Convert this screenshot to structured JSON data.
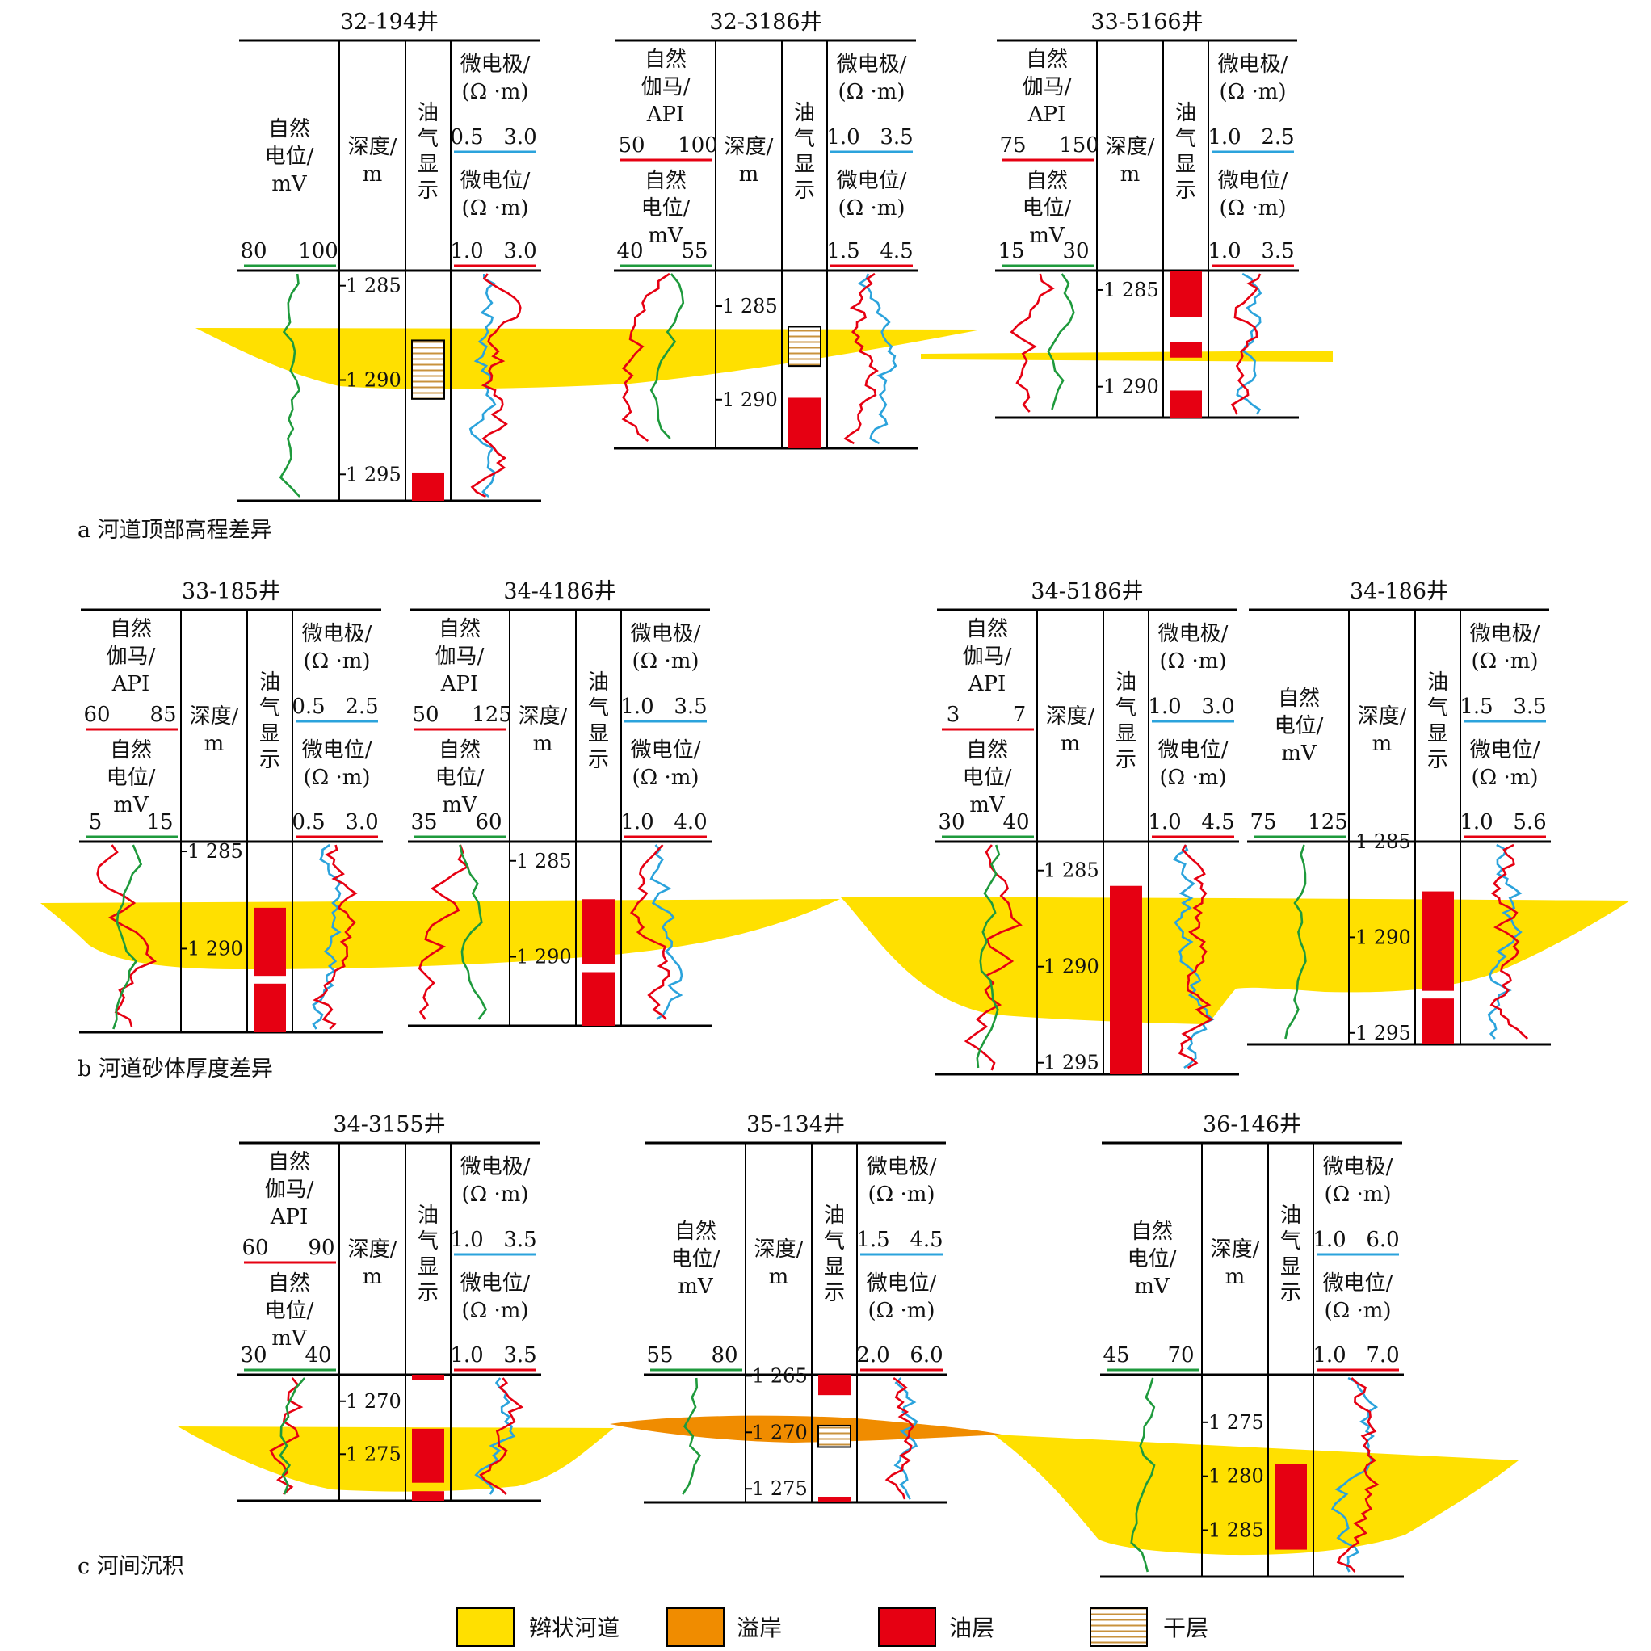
{
  "sections": [
    {
      "caption": "a 河道顶部高程差异"
    },
    {
      "caption": "b 河道砂体厚度差异"
    },
    {
      "caption": "c 河间沉积"
    }
  ],
  "column_labels": {
    "sp": "自然|电位/|mV",
    "gr": "自然|伽马/|API",
    "depth": "深度/|m",
    "show": "油|气|显|示",
    "mlat": "微电极/|(Ω ·m)",
    "mnor": "微电位/|(Ω ·m)"
  },
  "colors": {
    "braided_channel": "#FFE000",
    "levee": "#F08C00",
    "oil_layer": "#E60012",
    "gr_curve": "#E60012",
    "sp_curve": "#1E9A3C",
    "mlat_curve": "#2BA3DC",
    "mnor_curve": "#E60012",
    "dry_layer_stripe": "#C8923C"
  },
  "wells": [
    {
      "name": "32-194井",
      "section": 0,
      "layout": "sp",
      "sp": [
        "80",
        "100"
      ],
      "mlat": [
        "0.5",
        "3.0"
      ],
      "mnor": [
        "1.0",
        "3.0"
      ],
      "depths": [
        {
          "v": "1 285",
          "d": 1285
        },
        {
          "v": "1 290",
          "d": 1290
        },
        {
          "v": "1 295",
          "d": 1295
        }
      ],
      "d0": 1284.2,
      "d1": 1296.4,
      "shows": [
        {
          "t": "dry",
          "top": 1287.9,
          "bot": 1291.0
        },
        {
          "t": "oil",
          "top": 1294.9,
          "bot": 1296.4
        }
      ]
    },
    {
      "name": "32-3186井",
      "section": 0,
      "layout": "grsp",
      "gr": [
        "50",
        "100"
      ],
      "sp": [
        "40",
        "55"
      ],
      "mlat": [
        "1.0",
        "3.5"
      ],
      "mnor": [
        "1.5",
        "4.5"
      ],
      "depths": [
        {
          "v": "1 285",
          "d": 1285
        },
        {
          "v": "1 290",
          "d": 1290
        }
      ],
      "d0": 1283.1,
      "d1": 1292.6,
      "shows": [
        {
          "t": "dry",
          "top": 1286.1,
          "bot": 1288.2
        },
        {
          "t": "oil",
          "top": 1289.9,
          "bot": 1292.6
        }
      ]
    },
    {
      "name": "33-5166井",
      "section": 0,
      "layout": "grsp",
      "gr": [
        "75",
        "150"
      ],
      "sp": [
        "15",
        "30"
      ],
      "mlat": [
        "1.0",
        "2.5"
      ],
      "mnor": [
        "1.0",
        "3.5"
      ],
      "depths": [
        {
          "v": "1 285",
          "d": 1285
        },
        {
          "v": "1 290",
          "d": 1290
        }
      ],
      "d0": 1284.0,
      "d1": 1291.6,
      "shows": [
        {
          "t": "oil",
          "top": 1284.0,
          "bot": 1286.4
        },
        {
          "t": "oil",
          "top": 1287.7,
          "bot": 1288.5
        },
        {
          "t": "oil",
          "top": 1290.2,
          "bot": 1291.6
        }
      ]
    },
    {
      "name": "33-185井",
      "section": 1,
      "layout": "grsp",
      "gr": [
        "60",
        "85"
      ],
      "sp": [
        "5",
        "15"
      ],
      "mlat": [
        "0.5",
        "2.5"
      ],
      "mnor": [
        "0.5",
        "3.0"
      ],
      "depths": [
        {
          "v": "1 285",
          "d": 1285
        },
        {
          "v": "1 290",
          "d": 1290
        }
      ],
      "d0": 1284.5,
      "d1": 1294.3,
      "shows": [
        {
          "t": "oil",
          "top": 1287.9,
          "bot": 1291.4
        },
        {
          "t": "oil",
          "top": 1291.8,
          "bot": 1294.3
        }
      ]
    },
    {
      "name": "34-4186井",
      "section": 1,
      "layout": "grsp",
      "gr": [
        "50",
        "125"
      ],
      "sp": [
        "35",
        "60"
      ],
      "mlat": [
        "1.0",
        "3.5"
      ],
      "mnor": [
        "1.0",
        "4.0"
      ],
      "depths": [
        {
          "v": "1 285",
          "d": 1285
        },
        {
          "v": "1 290",
          "d": 1290
        }
      ],
      "d0": 1284.0,
      "d1": 1293.6,
      "shows": [
        {
          "t": "oil",
          "top": 1287.0,
          "bot": 1290.4
        },
        {
          "t": "oil",
          "top": 1290.8,
          "bot": 1293.6
        }
      ]
    },
    {
      "name": "34-5186井",
      "section": 1,
      "layout": "grsp",
      "gr": [
        "3",
        "7"
      ],
      "sp": [
        "30",
        "40"
      ],
      "mlat": [
        "1.0",
        "3.0"
      ],
      "mnor": [
        "1.0",
        "4.5"
      ],
      "depths": [
        {
          "v": "1 285",
          "d": 1285
        },
        {
          "v": "1 290",
          "d": 1290
        },
        {
          "v": "1 295",
          "d": 1295
        }
      ],
      "d0": 1283.5,
      "d1": 1295.6,
      "shows": [
        {
          "t": "oil",
          "top": 1285.8,
          "bot": 1295.6
        }
      ]
    },
    {
      "name": "34-186井",
      "section": 1,
      "layout": "sp",
      "sp": [
        "75",
        "125"
      ],
      "mlat": [
        "1.5",
        "3.5"
      ],
      "mnor": [
        "1.0",
        "5.6"
      ],
      "depths": [
        {
          "v": "1 285",
          "d": 1285
        },
        {
          "v": "1 290",
          "d": 1290
        },
        {
          "v": "1 295",
          "d": 1295
        }
      ],
      "d0": 1285.0,
      "d1": 1295.6,
      "shows": [
        {
          "t": "oil",
          "top": 1287.6,
          "bot": 1292.8
        },
        {
          "t": "oil",
          "top": 1293.2,
          "bot": 1295.6
        }
      ]
    },
    {
      "name": "34-3155井",
      "section": 2,
      "layout": "grsp",
      "gr": [
        "60",
        "90"
      ],
      "sp": [
        "30",
        "40"
      ],
      "mlat": [
        "1.0",
        "3.5"
      ],
      "mnor": [
        "1.0",
        "3.5"
      ],
      "depths": [
        {
          "v": "1 270",
          "d": 1270
        },
        {
          "v": "1 275",
          "d": 1275
        }
      ],
      "d0": 1267.5,
      "d1": 1279.4,
      "shows": [
        {
          "t": "oil",
          "top": 1267.5,
          "bot": 1268.0
        },
        {
          "t": "oil",
          "top": 1272.6,
          "bot": 1277.7
        },
        {
          "t": "oil",
          "top": 1278.5,
          "bot": 1279.4
        }
      ]
    },
    {
      "name": "35-134井",
      "section": 2,
      "layout": "sp",
      "sp": [
        "55",
        "80"
      ],
      "mlat": [
        "1.5",
        "4.5"
      ],
      "mnor": [
        "2.0",
        "6.0"
      ],
      "depths": [
        {
          "v": "1 265",
          "d": 1265
        },
        {
          "v": "1 270",
          "d": 1270
        },
        {
          "v": "1 275",
          "d": 1275
        }
      ],
      "d0": 1264.9,
      "d1": 1276.2,
      "shows": [
        {
          "t": "oil",
          "top": 1264.9,
          "bot": 1266.7
        },
        {
          "t": "dry",
          "top": 1269.4,
          "bot": 1271.3
        },
        {
          "t": "oil",
          "top": 1275.7,
          "bot": 1276.2
        }
      ]
    },
    {
      "name": "36-146井",
      "section": 2,
      "layout": "sp",
      "sp": [
        "45",
        "70"
      ],
      "mlat": [
        "1.0",
        "6.0"
      ],
      "mnor": [
        "1.0",
        "7.0"
      ],
      "depths": [
        {
          "v": "1 275",
          "d": 1275
        },
        {
          "v": "1 280",
          "d": 1280
        },
        {
          "v": "1 285",
          "d": 1285
        }
      ],
      "d0": 1270.6,
      "d1": 1289.3,
      "shows": [
        {
          "t": "oil",
          "top": 1278.9,
          "bot": 1286.8
        }
      ]
    }
  ],
  "legend": [
    {
      "label": "辫状河道",
      "swatch": "braided_channel"
    },
    {
      "label": "溢岸",
      "swatch": "levee"
    },
    {
      "label": "油层",
      "swatch": "oil_layer"
    },
    {
      "label": "干层",
      "swatch": "dry_layer_stripe"
    }
  ]
}
